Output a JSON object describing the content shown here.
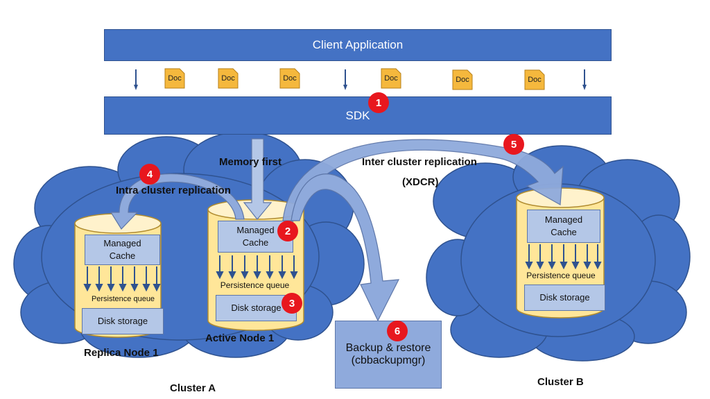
{
  "client_bar": {
    "label": "Client Application"
  },
  "sdk_bar": {
    "label": "SDK"
  },
  "doc_label": "Doc",
  "labels": {
    "memory_first": "Memory first",
    "inter_cluster": "Inter cluster replication",
    "xdcr": "(XDCR)",
    "intra_cluster": "Intra cluster replication",
    "replica_node": "Replica Node 1",
    "active_node": "Active Node 1",
    "cluster_a": "Cluster A",
    "cluster_b": "Cluster B"
  },
  "nodes": {
    "managed_cache_line1": "Managed",
    "managed_cache_line2": "Cache",
    "persistence_queue": "Persistence queue",
    "disk_storage": "Disk storage"
  },
  "backup": {
    "line1": "Backup & restore",
    "line2": "(cbbackupmgr)"
  },
  "badges": [
    "1",
    "2",
    "3",
    "4",
    "5",
    "6"
  ],
  "colors": {
    "bar": "#4472c4",
    "cloud": "#4472c4",
    "cylinder": "#ffe699",
    "cache": "#b4c7e7",
    "arrow": "#8faadc",
    "badge": "#e8171e",
    "doc": "#f5b83d"
  }
}
